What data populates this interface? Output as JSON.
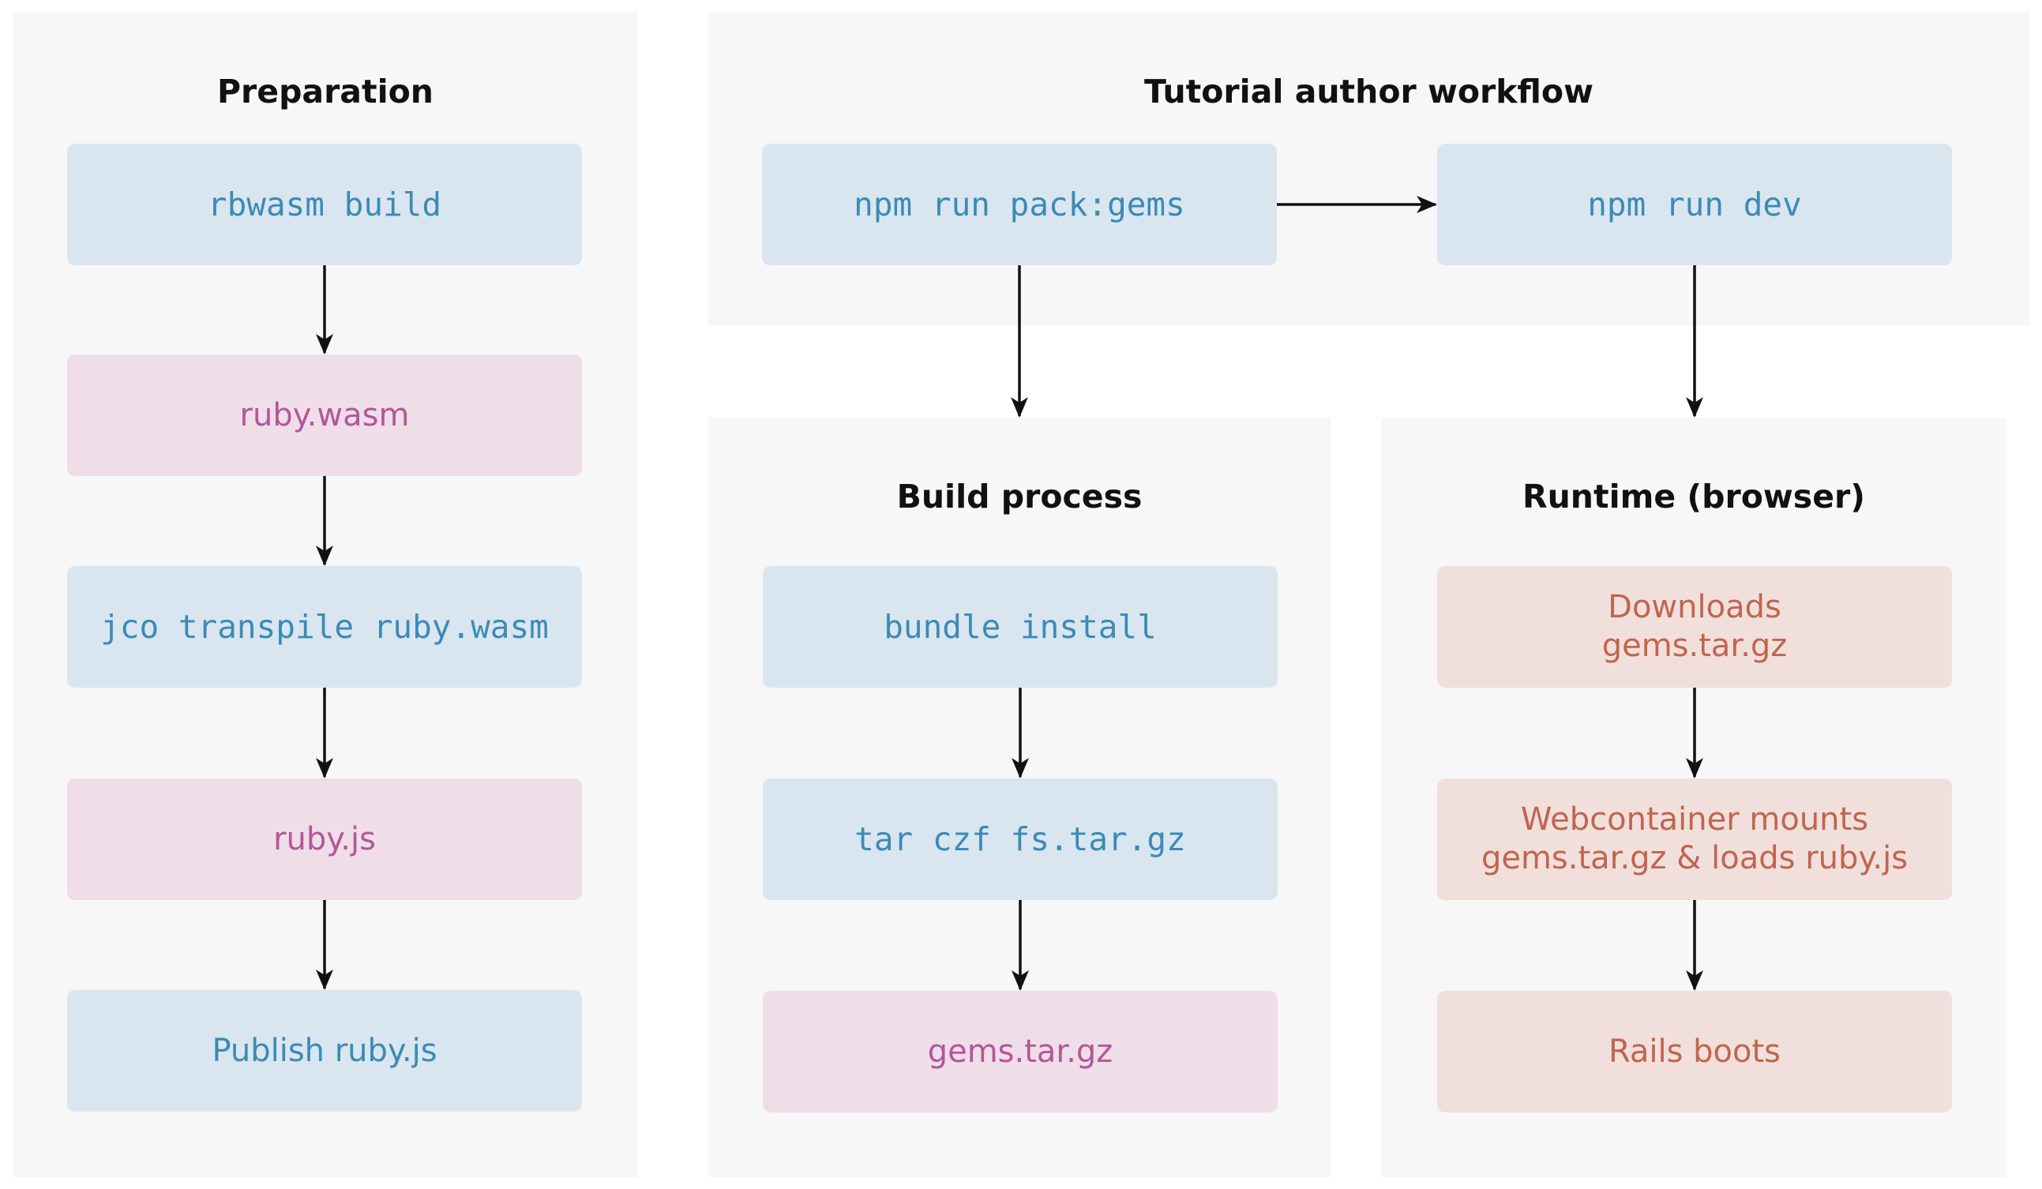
{
  "panels": {
    "preparation": {
      "title": "Preparation",
      "steps": [
        "rbwasm build",
        "ruby.wasm",
        "jco transpile ruby.wasm",
        "ruby.js",
        "Publish ruby.js"
      ]
    },
    "tutorial_author_workflow": {
      "title": "Tutorial author workflow",
      "steps": [
        "npm run pack:gems",
        "npm run dev"
      ]
    },
    "build_process": {
      "title": "Build process",
      "steps": [
        "bundle install",
        "tar czf fs.tar.gz",
        "gems.tar.gz"
      ]
    },
    "runtime": {
      "title": "Runtime (browser)",
      "steps": [
        "Downloads\ngems.tar.gz",
        "Webcontainer mounts\ngems.tar.gz & loads ruby.js",
        "Rails boots"
      ]
    }
  },
  "colors": {
    "panel_background": "#f7f7f7",
    "command_fill": "#d9e6ef",
    "command_text": "#3b8bb5",
    "artifact_fill": "#efdde8",
    "artifact_text": "#b2579a",
    "runtime_fill": "#f1dfdb",
    "runtime_text": "#c0654f",
    "arrow": "#111111"
  }
}
